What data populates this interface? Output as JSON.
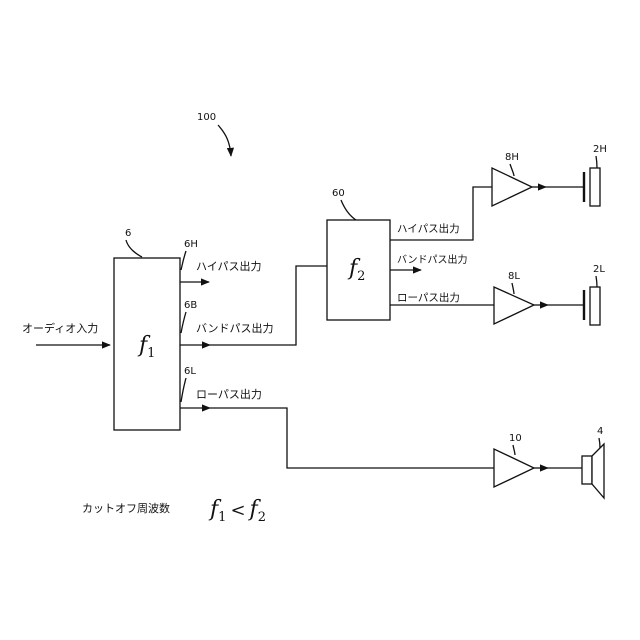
{
  "labels": {
    "system_ref": "100",
    "input": "オーディオ入力",
    "filter1_ref": "6",
    "filter1_fn": "f",
    "filter1_sub": "1",
    "out_6h_ref": "6H",
    "out_6h_label": "ハイパス出力",
    "out_6b_ref": "6B",
    "out_6b_label": "バンドパス出力",
    "out_6l_ref": "6L",
    "out_6l_label": "ローパス出力",
    "filter2_ref": "60",
    "filter2_fn": "f",
    "filter2_sub": "2",
    "f2_high_label": "ハイパス出力",
    "f2_band_label": "バンドパス出力",
    "f2_low_label": "ローパス出力",
    "amp_8h_ref": "8H",
    "amp_8l_ref": "8L",
    "amp_10_ref": "10",
    "spk_2h_ref": "2H",
    "spk_2l_ref": "2L",
    "spk_4_ref": "4",
    "cutoff_label": "カットオフ周波数",
    "cutoff_f1": "f",
    "cutoff_sub1": "1",
    "cutoff_op": "<",
    "cutoff_f2": "f",
    "cutoff_sub2": "2"
  }
}
